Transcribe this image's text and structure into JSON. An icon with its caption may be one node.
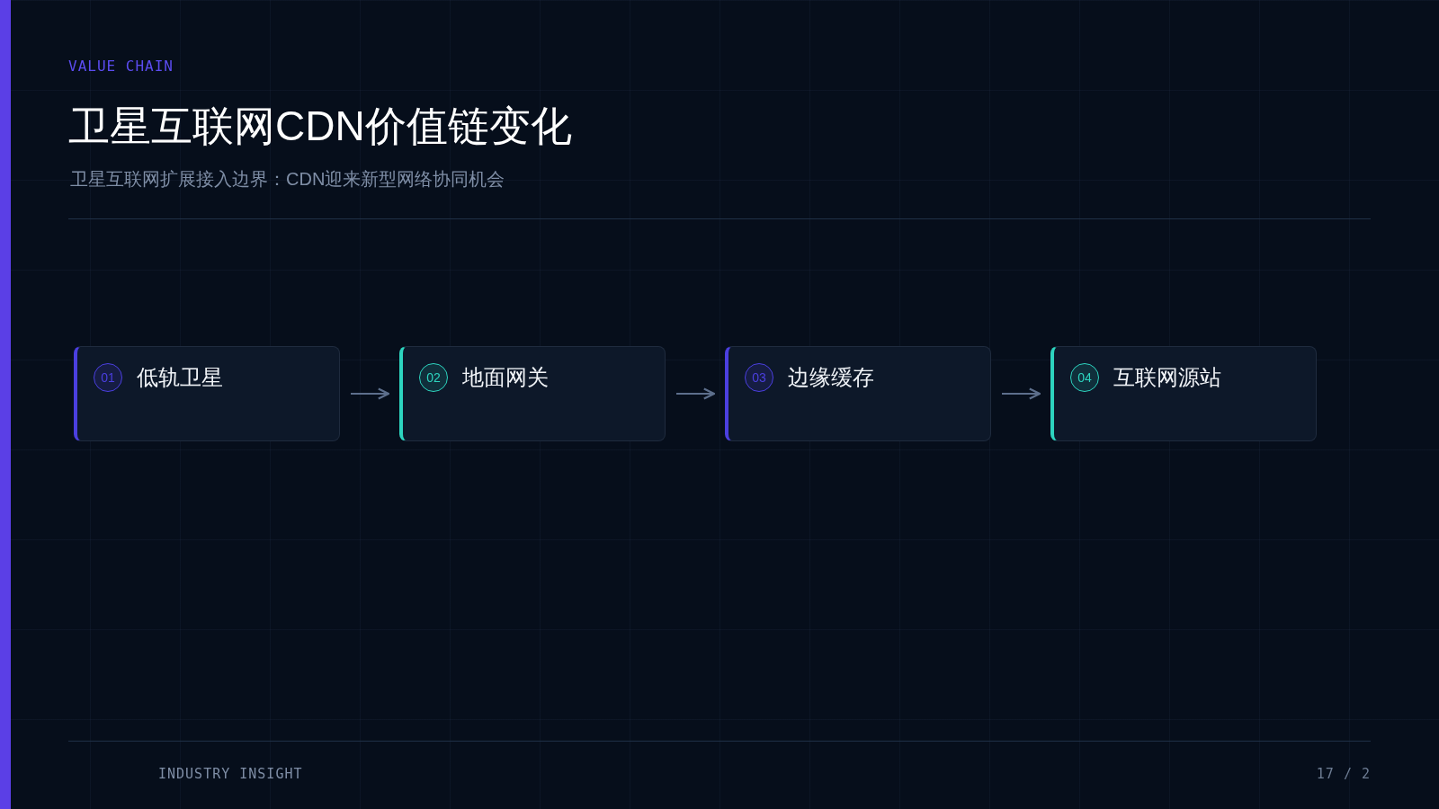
{
  "diagram": {
    "title": "卫星互联网CDN价值链变化",
    "nodes": [
      {
        "text": [
          "01",
          "低轨卫星"
        ]
      },
      {
        "text": [
          "02",
          "地面网关"
        ]
      },
      {
        "text": [
          "03",
          "边缘缓存"
        ]
      },
      {
        "text": [
          "04",
          "互联网源站"
        ]
      }
    ],
    "edges": [
      {
        "from": 0,
        "to": 1,
        "arrow": "to"
      },
      {
        "from": 1,
        "to": 2,
        "arrow": "to"
      },
      {
        "from": 2,
        "to": 3,
        "arrow": "to"
      }
    ],
    "labels": [
      "VALUE CHAIN",
      "卫星互联网扩展接入边界：CDN迎来新型网络协同机会",
      "INDUSTRY INSIGHT",
      "17 / 2"
    ]
  }
}
